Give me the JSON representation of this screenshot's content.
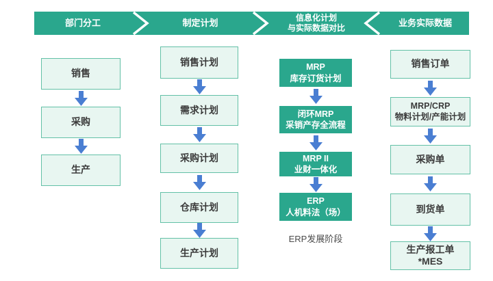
{
  "header": {
    "sections": [
      {
        "label": "部门分工"
      },
      {
        "label": "制定计划"
      },
      {
        "label": "信息化计划\n与实际数据对比"
      },
      {
        "label": "业务实际数据"
      }
    ]
  },
  "columns": {
    "departments": {
      "boxes": [
        "销售",
        "采购",
        "生产"
      ]
    },
    "plans": {
      "boxes": [
        "销售计划",
        "需求计划",
        "采购计划",
        "仓库计划",
        "生产计划"
      ]
    },
    "erp_stages": {
      "boxes": [
        {
          "line1": "MRP",
          "line2": "库存订货计划"
        },
        {
          "line1": "闭环MRP",
          "line2": "采销产存全流程"
        },
        {
          "line1": "MRP II",
          "line2": "业财一体化"
        },
        {
          "line1": "ERP",
          "line2": "人机料法（场）"
        }
      ],
      "caption": "ERP发展阶段"
    },
    "actual_data": {
      "boxes": [
        {
          "line1": "销售订单"
        },
        {
          "line1": "MRP/CRP",
          "line2": "物料计划/产能计划"
        },
        {
          "line1": "采购单"
        },
        {
          "line1": "到货单"
        },
        {
          "line1": "生产报工单",
          "line2": "*MES"
        }
      ]
    }
  },
  "colors": {
    "teal": "#2AA78D",
    "light_box_bg": "#E8F6F1",
    "light_box_border": "#62C0A6",
    "arrow_blue": "#4A7ED2",
    "text_dark": "#3b3b3b"
  }
}
